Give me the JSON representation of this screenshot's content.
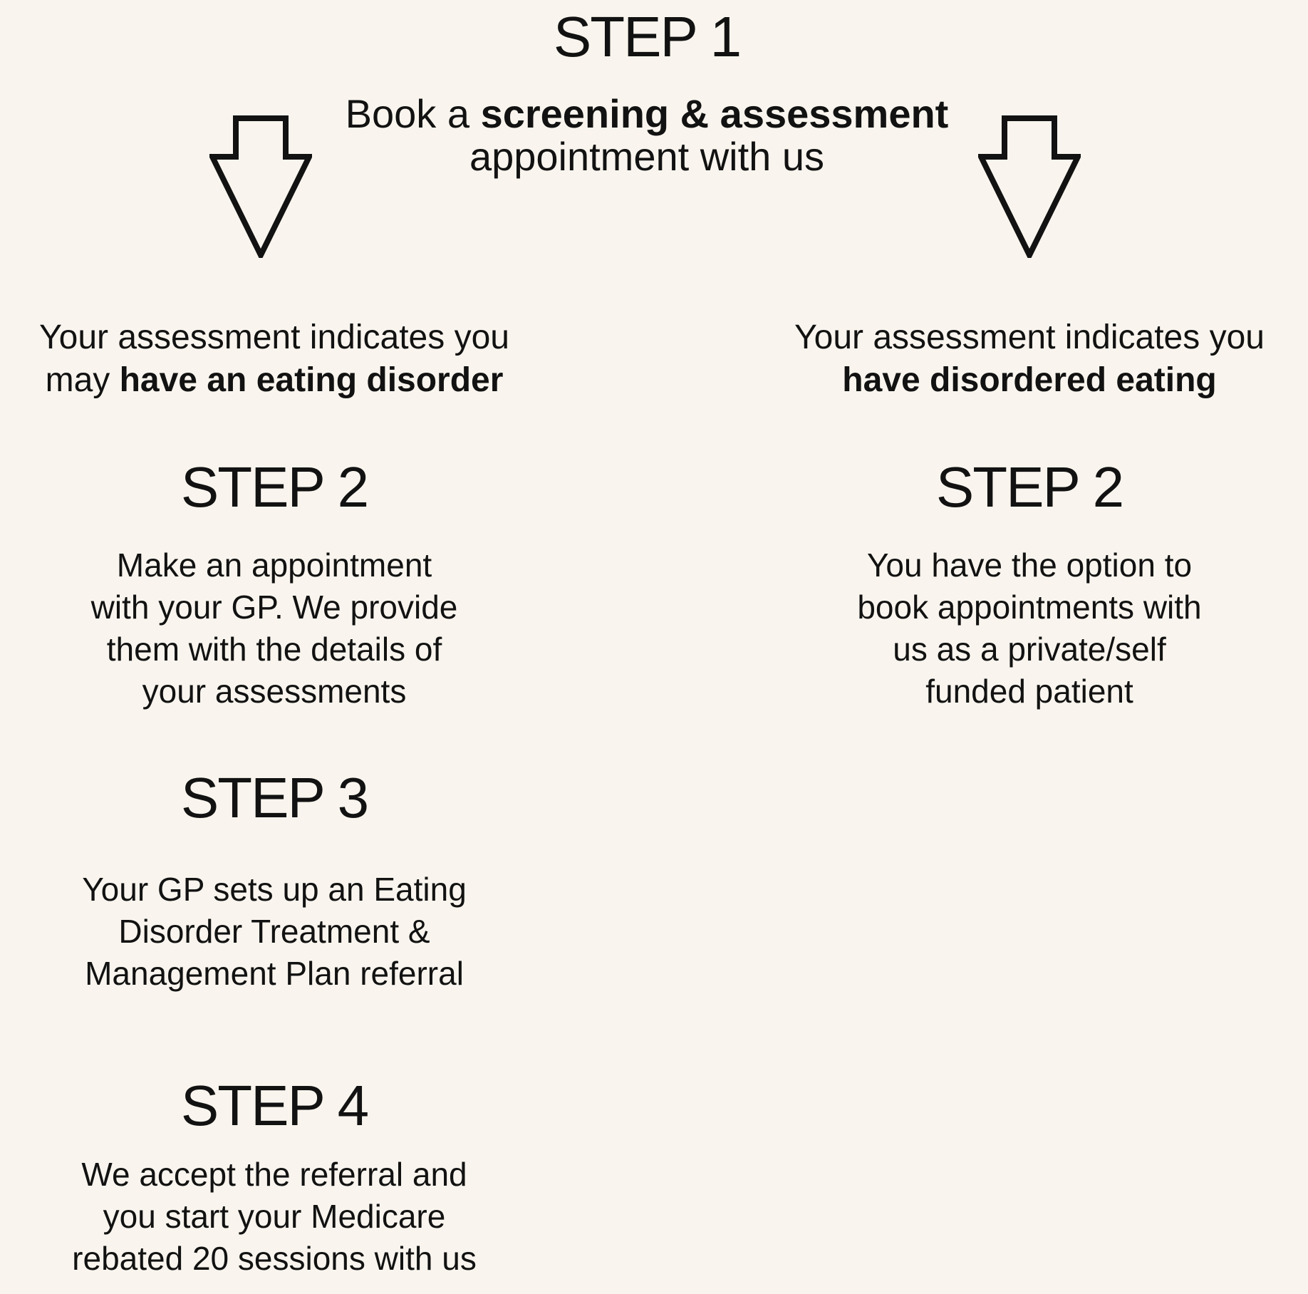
{
  "colors": {
    "background": "#f9f5ee",
    "text": "#121212"
  },
  "step1": {
    "title": "STEP 1",
    "subtitle_line1_prefix": "Book a ",
    "subtitle_line1_bold": "screening & assessment",
    "subtitle_line2": "appointment with us"
  },
  "icons": {
    "left_arrow": "down-arrow",
    "right_arrow": "down-arrow"
  },
  "left_branch": {
    "indicator_line1": "Your assessment indicates you",
    "indicator_line2_prefix": "may ",
    "indicator_line2_bold": "have an eating disorder",
    "steps": [
      {
        "title": "STEP 2",
        "lines": [
          "Make an appointment",
          "with your GP. We provide",
          "them with the details of",
          "your assessments"
        ]
      },
      {
        "title": "STEP 3",
        "lines": [
          "Your GP sets up an Eating",
          "Disorder Treatment &",
          "Management Plan referral"
        ]
      },
      {
        "title": "STEP 4",
        "lines": [
          "We accept the referral and",
          "you start your Medicare",
          "rebated 20 sessions with us"
        ]
      }
    ]
  },
  "right_branch": {
    "indicator_line1": "Your assessment indicates you",
    "indicator_line2_prefix": "",
    "indicator_line2_bold": "have disordered eating",
    "steps": [
      {
        "title": "STEP 2",
        "lines": [
          "You have the option to",
          "book appointments with",
          "us as a private/self",
          "funded patient"
        ]
      }
    ]
  }
}
